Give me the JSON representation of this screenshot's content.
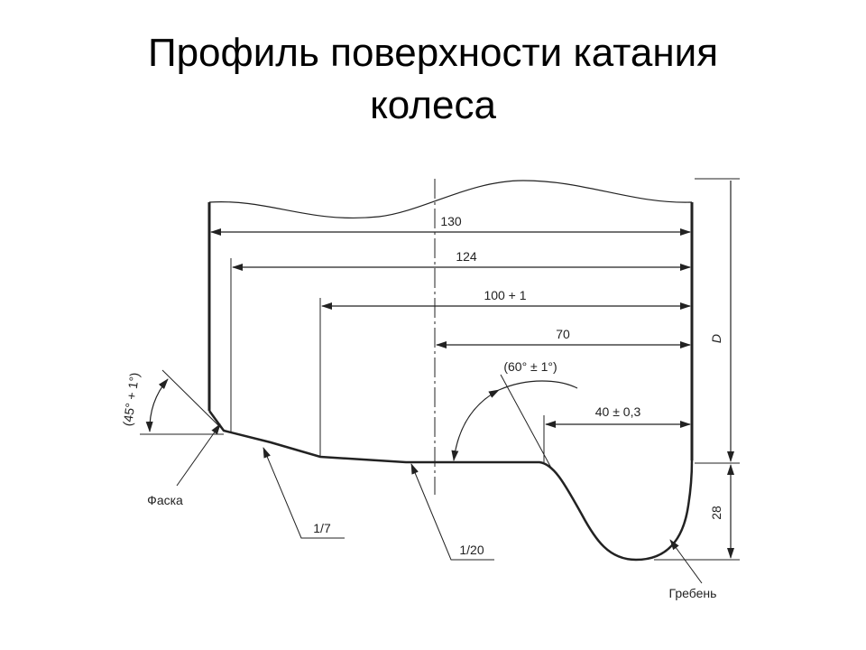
{
  "title": {
    "line1": "Профиль поверхности катания",
    "line2": "колеса"
  },
  "dimensions": {
    "d130": "130",
    "d124": "124",
    "d100": "100 + 1",
    "d70": "70",
    "angle60": "(60° ± 1°)",
    "d40": "40 ± 0,3",
    "angle45": "(45° + 1°)",
    "D": "D",
    "d28": "28"
  },
  "callouts": {
    "chamfer": "Фаска",
    "slope_1_7": "1/7",
    "slope_1_20": "1/20",
    "flange": "Гребень"
  },
  "colors": {
    "line": "#222222",
    "background": "#ffffff"
  }
}
